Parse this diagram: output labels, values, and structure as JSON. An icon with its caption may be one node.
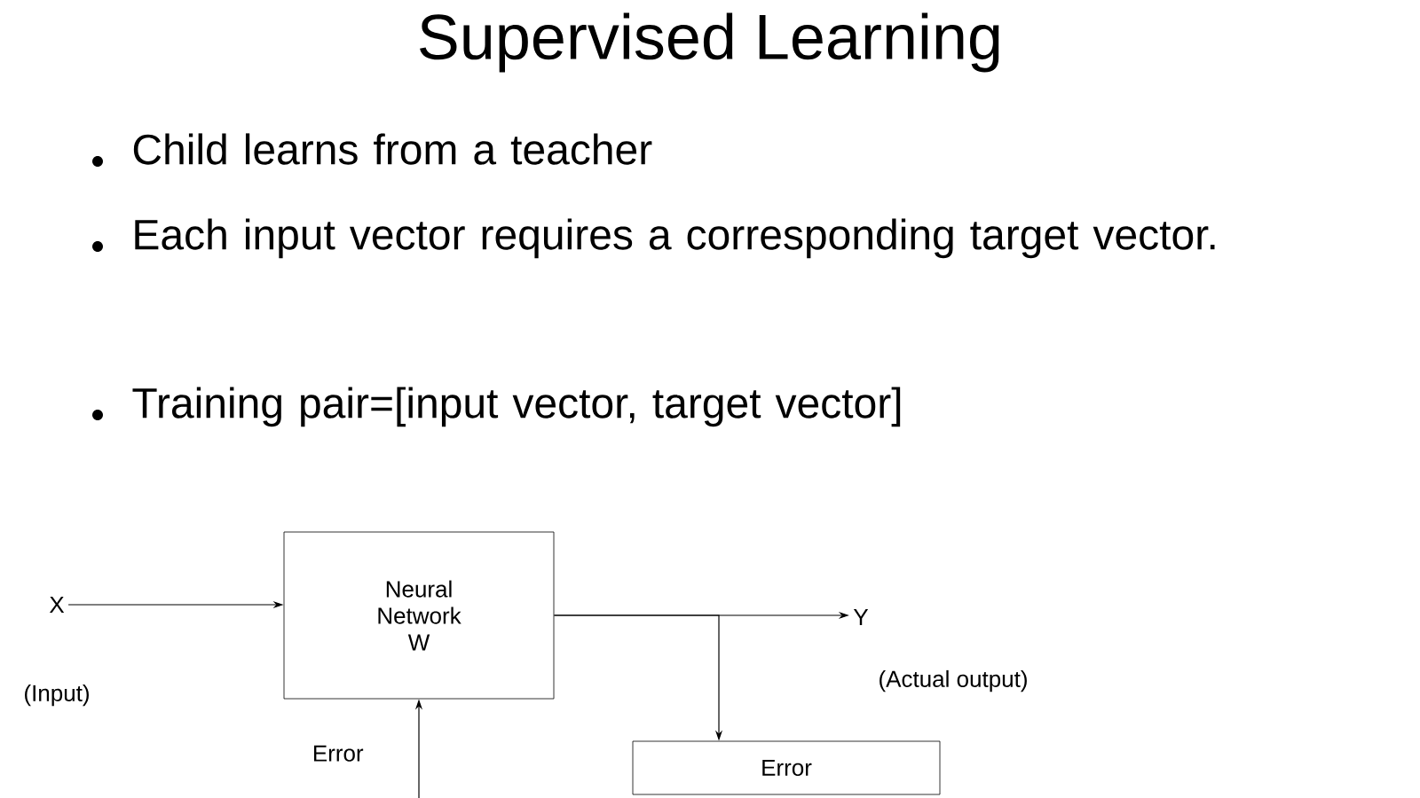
{
  "diagram": {
    "title": "Supervised Learning",
    "nodes": [
      {
        "text": [
          "X"
        ],
        "beside": [
          "(Input)"
        ]
      },
      {
        "text": [
          "Neural Network W"
        ]
      },
      {
        "text": [
          "Y"
        ],
        "beside": [
          "(Actual output)"
        ]
      },
      {
        "text": [
          "Error"
        ]
      }
    ],
    "edges": [
      {
        "from": 0,
        "to": 1,
        "arrow": "to"
      },
      {
        "from": 1,
        "to": 2,
        "arrow": "to"
      },
      {
        "from": 1,
        "to": 3,
        "arrow": "to"
      },
      {
        "from": null,
        "to": 1,
        "arrow": "to",
        "label": "Error"
      }
    ],
    "labels": [
      "Child learns from a teacher",
      "Each input vector requires a corresponding target vector.",
      "Training pair=[input vector, target vector]"
    ]
  }
}
